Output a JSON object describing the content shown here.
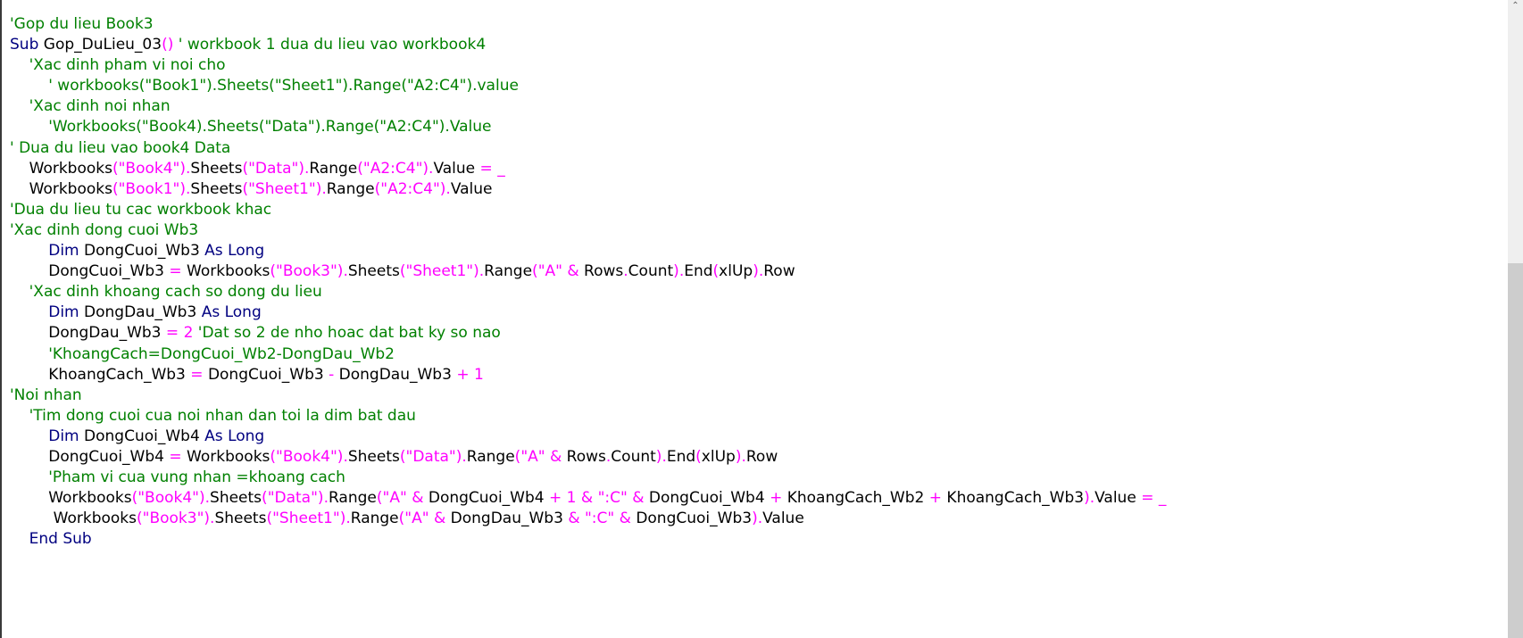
{
  "colors": {
    "keyword": "#000080",
    "comment": "#008000",
    "operator": "#ff00ff",
    "identifier": "#000000"
  },
  "scrollbar": {
    "up_icon": "chevron-up-icon",
    "position_fraction": 0.41
  },
  "code": {
    "lines": [
      "'Gop du lieu Book3",
      "Sub Gop_DuLieu_03() ' workbook 1 dua du lieu vao workbook4",
      "    'Xac dinh pham vi noi cho",
      "        ' workbooks(\"Book1\").Sheets(\"Sheet1\").Range(\"A2:C4\").value",
      "    'Xac dinh noi nhan",
      "        'Workbooks(\"Book4).Sheets(\"Data\").Range(\"A2:C4\").Value",
      "' Dua du lieu vao book4 Data",
      "    Workbooks(\"Book4\").Sheets(\"Data\").Range(\"A2:C4\").Value = _",
      "    Workbooks(\"Book1\").Sheets(\"Sheet1\").Range(\"A2:C4\").Value",
      "'Dua du lieu tu cac workbook khac",
      "'Xac dinh dong cuoi Wb3",
      "        Dim DongCuoi_Wb3 As Long",
      "        DongCuoi_Wb3 = Workbooks(\"Book3\").Sheets(\"Sheet1\").Range(\"A\" & Rows.Count).End(xlUp).Row",
      "    'Xac dinh khoang cach so dong du lieu",
      "        Dim DongDau_Wb3 As Long",
      "        DongDau_Wb3 = 2 'Dat so 2 de nho hoac dat bat ky so nao",
      "        'KhoangCach=DongCuoi_Wb2-DongDau_Wb2",
      "        KhoangCach_Wb3 = DongCuoi_Wb3 - DongDau_Wb3 + 1",
      "'Noi nhan",
      "    'Tim dong cuoi cua noi nhan dan toi la dim bat dau",
      "        Dim DongCuoi_Wb4 As Long",
      "        DongCuoi_Wb4 = Workbooks(\"Book4\").Sheets(\"Data\").Range(\"A\" & Rows.Count).End(xlUp).Row",
      "        'Pham vi cua vung nhan =khoang cach",
      "        Workbooks(\"Book4\").Sheets(\"Data\").Range(\"A\" & DongCuoi_Wb4 + 1 & \":C\" & DongCuoi_Wb4 + KhoangCach_Wb2 + KhoangCach_Wb3).Value = _",
      "         Workbooks(\"Book3\").Sheets(\"Sheet1\").Range(\"A\" & DongDau_Wb3 & \":C\" & DongCuoi_Wb3).Value",
      "    End Sub"
    ]
  }
}
